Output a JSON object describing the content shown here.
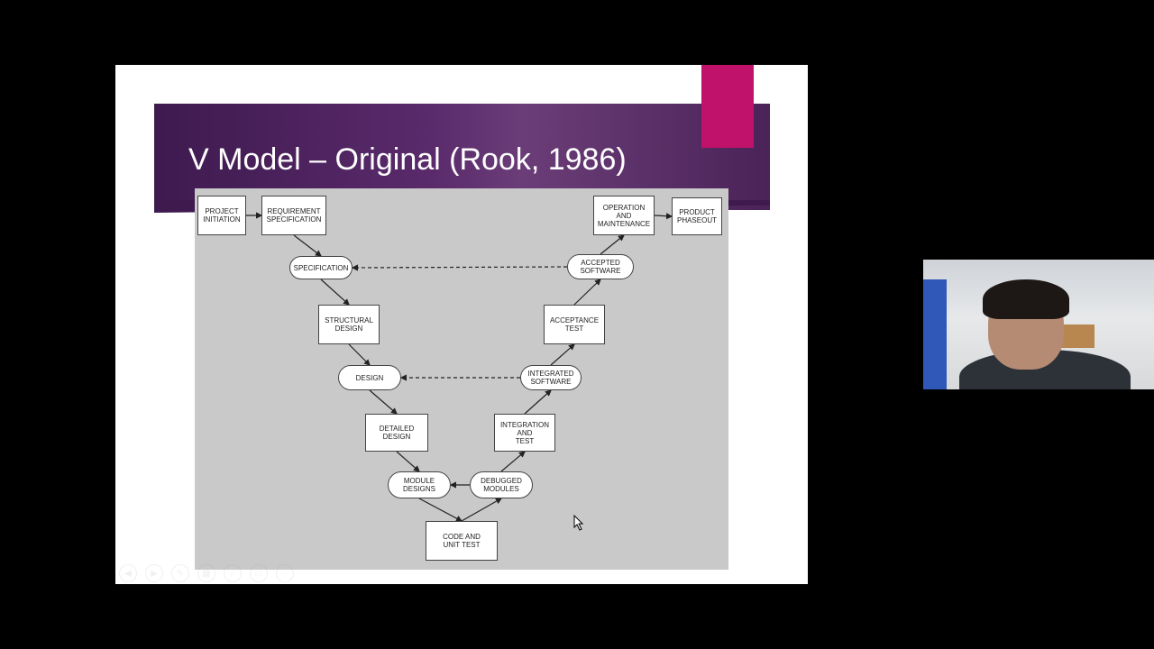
{
  "slide": {
    "title": "V Model – Original (Rook, 1986)",
    "accent_color": "#c0126b",
    "band_color": "#4a2358"
  },
  "diagram": {
    "nodes": [
      {
        "id": "project-initiation",
        "label": "PROJECT\nINITIATION",
        "shape": "rect"
      },
      {
        "id": "requirement-specification",
        "label": "REQUIREMENT\nSPECIFICATION",
        "shape": "rect"
      },
      {
        "id": "specification",
        "label": "SPECIFICATION",
        "shape": "pill"
      },
      {
        "id": "structural-design",
        "label": "STRUCTURAL\nDESIGN",
        "shape": "rect"
      },
      {
        "id": "design",
        "label": "DESIGN",
        "shape": "pill"
      },
      {
        "id": "detailed-design",
        "label": "DETAILED\nDESIGN",
        "shape": "rect"
      },
      {
        "id": "module-designs",
        "label": "MODULE\nDESIGNS",
        "shape": "pill"
      },
      {
        "id": "code-and-unit-test",
        "label": "CODE AND\nUNIT TEST",
        "shape": "rect"
      },
      {
        "id": "debugged-modules",
        "label": "DEBUGGED\nMODULES",
        "shape": "pill"
      },
      {
        "id": "integration-and-test",
        "label": "INTEGRATION\nAND\nTEST",
        "shape": "rect"
      },
      {
        "id": "integrated-software",
        "label": "INTEGRATED\nSOFTWARE",
        "shape": "pill"
      },
      {
        "id": "acceptance-test",
        "label": "ACCEPTANCE\nTEST",
        "shape": "rect"
      },
      {
        "id": "accepted-software",
        "label": "ACCEPTED\nSOFTWARE",
        "shape": "pill"
      },
      {
        "id": "operation-and-maintenance",
        "label": "OPERATION\nAND\nMAINTENANCE",
        "shape": "rect"
      },
      {
        "id": "product-phaseout",
        "label": "PRODUCT\nPHASEOUT",
        "shape": "rect"
      }
    ],
    "edges": [
      {
        "from": "project-initiation",
        "to": "requirement-specification",
        "style": "solid"
      },
      {
        "from": "requirement-specification",
        "to": "specification",
        "style": "solid"
      },
      {
        "from": "specification",
        "to": "structural-design",
        "style": "solid"
      },
      {
        "from": "structural-design",
        "to": "design",
        "style": "solid"
      },
      {
        "from": "design",
        "to": "detailed-design",
        "style": "solid"
      },
      {
        "from": "detailed-design",
        "to": "module-designs",
        "style": "solid"
      },
      {
        "from": "module-designs",
        "to": "code-and-unit-test",
        "style": "solid"
      },
      {
        "from": "code-and-unit-test",
        "to": "debugged-modules",
        "style": "solid"
      },
      {
        "from": "debugged-modules",
        "to": "module-designs",
        "style": "solid"
      },
      {
        "from": "debugged-modules",
        "to": "integration-and-test",
        "style": "solid"
      },
      {
        "from": "integration-and-test",
        "to": "integrated-software",
        "style": "solid"
      },
      {
        "from": "integrated-software",
        "to": "acceptance-test",
        "style": "solid"
      },
      {
        "from": "acceptance-test",
        "to": "accepted-software",
        "style": "solid"
      },
      {
        "from": "accepted-software",
        "to": "operation-and-maintenance",
        "style": "solid"
      },
      {
        "from": "operation-and-maintenance",
        "to": "product-phaseout",
        "style": "solid"
      },
      {
        "from": "accepted-software",
        "to": "specification",
        "style": "dashed"
      },
      {
        "from": "integrated-software",
        "to": "design",
        "style": "dashed"
      }
    ]
  },
  "navbar": {
    "icons": [
      "prev-icon",
      "next-icon",
      "pen-icon",
      "slides-icon",
      "zoom-icon",
      "subtitles-icon",
      "more-icon"
    ],
    "glyphs": [
      "◀",
      "▶",
      "✎",
      "▦",
      "⌕",
      "▭",
      "⋯"
    ]
  }
}
